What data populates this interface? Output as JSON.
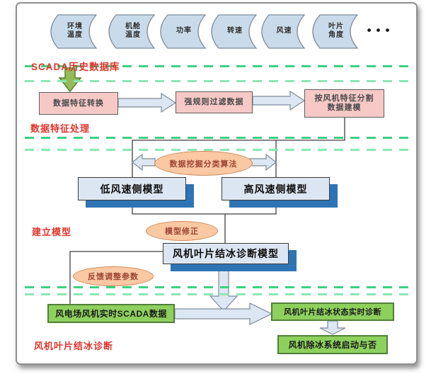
{
  "header": {
    "database_label": "SCADA历史数据库",
    "datastores": [
      {
        "label": "环境\n温度"
      },
      {
        "label": "机舱\n温度"
      },
      {
        "label": "功率"
      },
      {
        "label": "转速"
      },
      {
        "label": "风速"
      },
      {
        "label": "叶片\n角度"
      }
    ],
    "ellipsis": "•••"
  },
  "sections": {
    "feature_processing_label": "数据特征处理",
    "modeling_label": "建立模型",
    "diagnosis_label": "风机叶片结冰诊断"
  },
  "process": {
    "step1": "数据特征转换",
    "step2": "强规则过滤数据",
    "step3": "按风机特征分割\n数据建模"
  },
  "modeling": {
    "algorithm_oval": "数据挖掘分类算法",
    "low_model": "低风速侧模型",
    "high_model": "高风速侧模型",
    "correction_oval": "模型修正",
    "diagnosis_model": "风机叶片结冰诊断模型",
    "feedback_oval": "反馈调整参数"
  },
  "diagnosis": {
    "realtime_data": "风电场风机实时SCADA数据",
    "realtime_diagnosis": "风机叶片结冰状态实时诊断",
    "deicing_decision": "风机除冰系统启动与否"
  },
  "colors": {
    "section_dash_green": "#3cd080",
    "section_dash_mint": "#8ce6b4",
    "datastore_fill": "#c9dbea",
    "pink_box_fill": "#f6c9c6",
    "model_box_fill": "#dce6f2",
    "model_shadow_blue": "#2e74b5",
    "oval_fill": "#fac8a2",
    "green_box_fill": "#8ed05e",
    "green_arrow_fill": "#94bb58",
    "block_arrow_fill": "#dde7f3",
    "label_red": "#e0342b"
  }
}
